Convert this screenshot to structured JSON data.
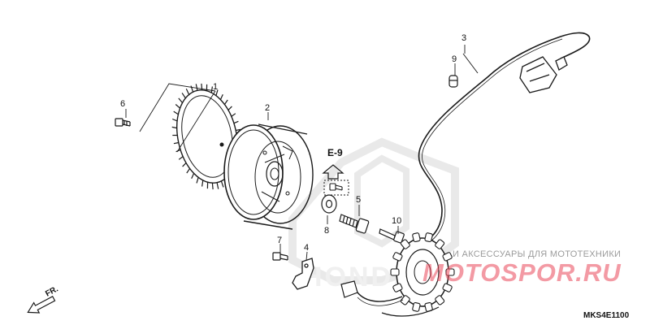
{
  "diagram": {
    "reference_code": "MKS4E1100",
    "section_ref": "E-9",
    "direction_label": "FR.",
    "callouts": [
      "1",
      "2",
      "3",
      "4",
      "5",
      "6",
      "7",
      "8",
      "9",
      "10"
    ],
    "watermark": {
      "text": "И АКСЕССУАРЫ ДЛЯ МОТОТЕХНИКИ",
      "logo": "MOTOSPOR.RU",
      "brand_mark": "HONDA"
    },
    "colors": {
      "line": "#1a1a1a",
      "watermark_red": "#e9475a",
      "watermark_gray": "#cfcfcf"
    }
  }
}
